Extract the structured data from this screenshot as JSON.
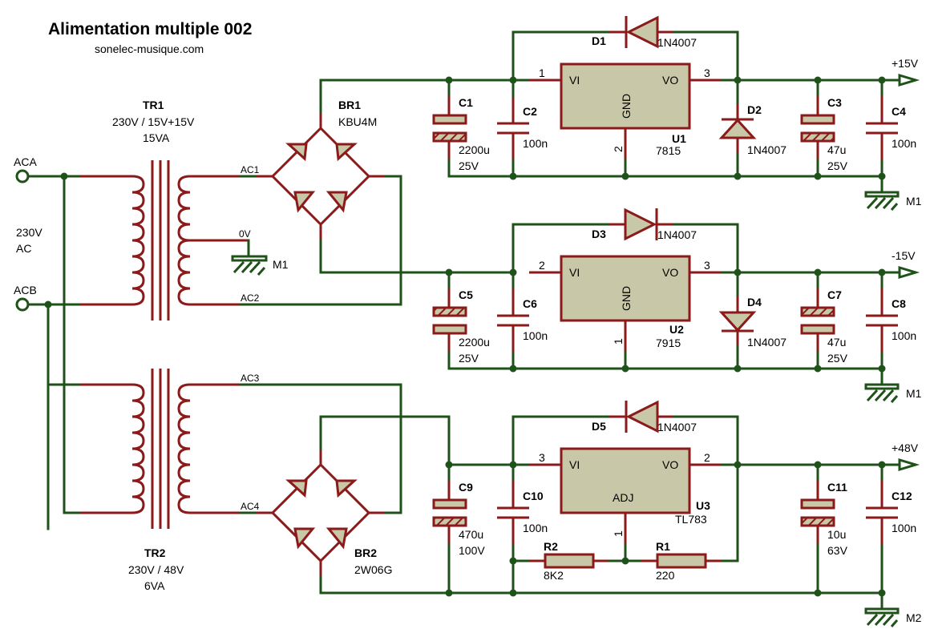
{
  "title": "Alimentation multiple 002",
  "subtitle": "sonelec-musique.com",
  "inputs": {
    "aca": "ACA",
    "acb": "ACB",
    "mains_line1": "230V",
    "mains_line2": "AC"
  },
  "transformers": [
    {
      "ref": "TR1",
      "spec": "230V / 15V+15V",
      "power": "15VA"
    },
    {
      "ref": "TR2",
      "spec": "230V / 48V",
      "power": "6VA"
    }
  ],
  "bridges": [
    {
      "ref": "BR1",
      "value": "KBU4M"
    },
    {
      "ref": "BR2",
      "value": "2W06G"
    }
  ],
  "nets": {
    "ac1": "AC1",
    "ac2": "AC2",
    "ac3": "AC3",
    "ac4": "AC4",
    "zero_v": "0V"
  },
  "grounds": {
    "m1": "M1",
    "m2": "M2"
  },
  "outputs": {
    "pos15": "+15V",
    "neg15": "-15V",
    "pos48": "+48V"
  },
  "regulators": [
    {
      "ref": "U1",
      "value": "7815",
      "pin_in": "1",
      "pin_out": "3",
      "pin_gnd": "2",
      "vi": "VI",
      "vo": "VO",
      "gnd": "GND"
    },
    {
      "ref": "U2",
      "value": "7915",
      "pin_in": "2",
      "pin_out": "3",
      "pin_gnd": "1",
      "vi": "VI",
      "vo": "VO",
      "gnd": "GND"
    },
    {
      "ref": "U3",
      "value": "TL783",
      "pin_in": "3",
      "pin_out": "2",
      "pin_gnd": "1",
      "vi": "VI",
      "vo": "VO",
      "gnd": "ADJ"
    }
  ],
  "diodes": [
    {
      "ref": "D1",
      "value": "1N4007"
    },
    {
      "ref": "D2",
      "value": "1N4007"
    },
    {
      "ref": "D3",
      "value": "1N4007"
    },
    {
      "ref": "D4",
      "value": "1N4007"
    },
    {
      "ref": "D5",
      "value": "1N4007"
    }
  ],
  "capacitors": [
    {
      "ref": "C1",
      "value": "2200u",
      "voltage": "25V"
    },
    {
      "ref": "C2",
      "value": "100n"
    },
    {
      "ref": "C3",
      "value": "47u",
      "voltage": "25V"
    },
    {
      "ref": "C4",
      "value": "100n"
    },
    {
      "ref": "C5",
      "value": "2200u",
      "voltage": "25V"
    },
    {
      "ref": "C6",
      "value": "100n"
    },
    {
      "ref": "C7",
      "value": "47u",
      "voltage": "25V"
    },
    {
      "ref": "C8",
      "value": "100n"
    },
    {
      "ref": "C9",
      "value": "470u",
      "voltage": "100V"
    },
    {
      "ref": "C10",
      "value": "100n"
    },
    {
      "ref": "C11",
      "value": "10u",
      "voltage": "63V"
    },
    {
      "ref": "C12",
      "value": "100n"
    }
  ],
  "resistors": [
    {
      "ref": "R1",
      "value": "220"
    },
    {
      "ref": "R2",
      "value": "8K2"
    }
  ]
}
